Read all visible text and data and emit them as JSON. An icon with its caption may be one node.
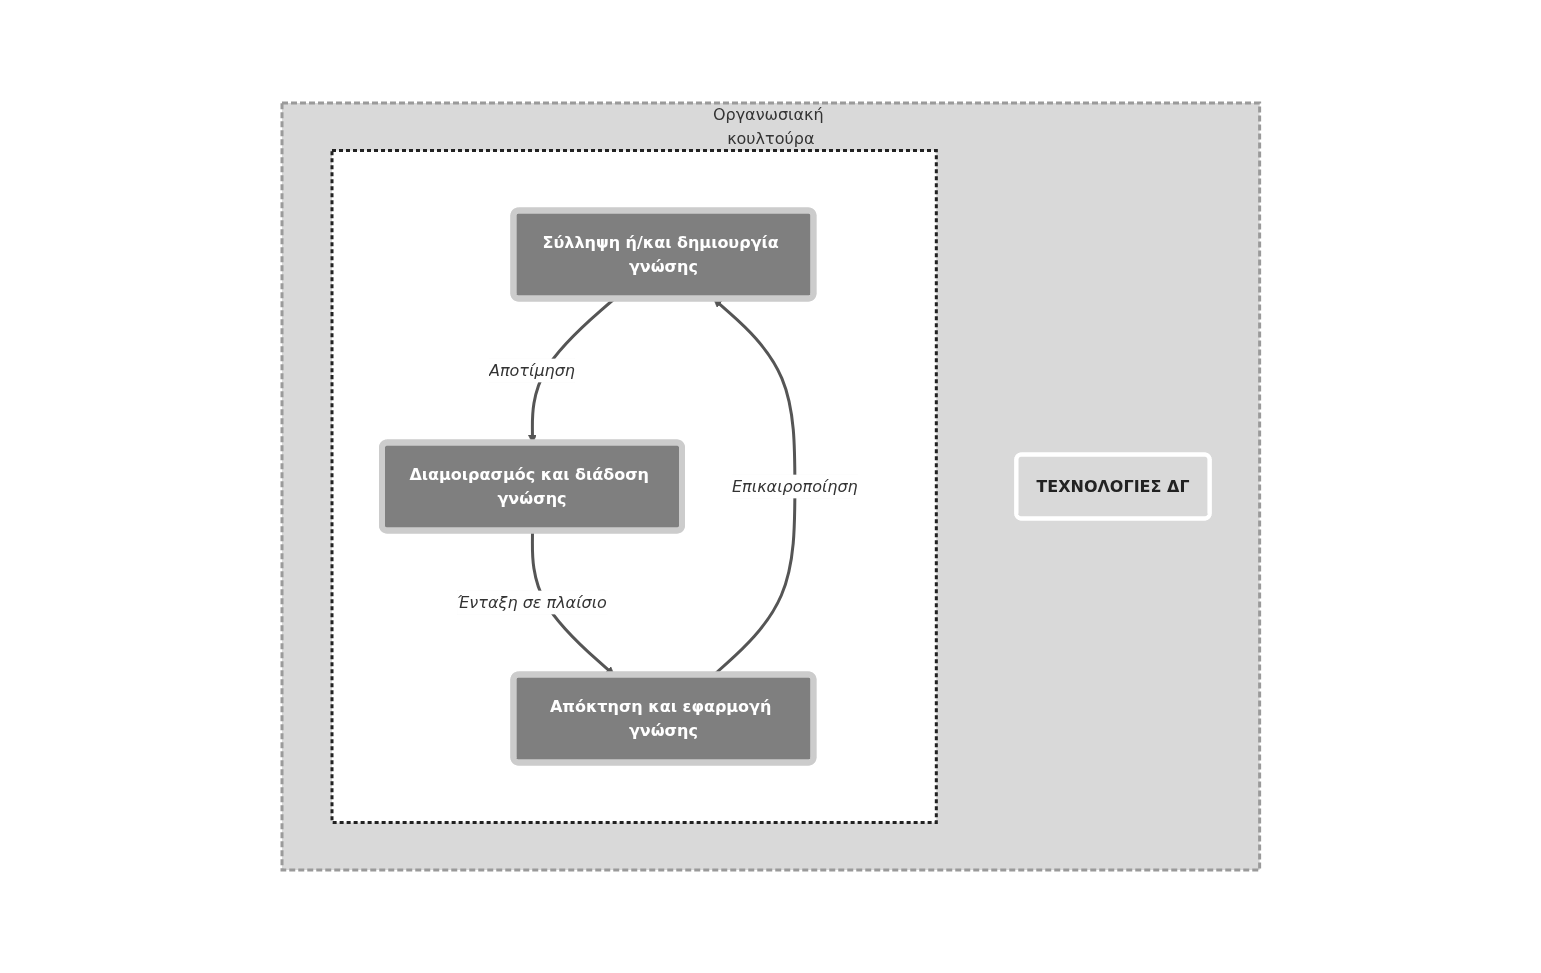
{
  "diagram": {
    "nodes": [
      {
        "text": [
          "Οργανωσιακή κουλτούρα"
        ]
      },
      {
        "text": [],
        "shape": "box",
        "in": 0
      },
      {
        "text": [
          "Σύλληψη ή/και δημιουργία γνώσης"
        ],
        "in": 1
      },
      {
        "text": [
          "Διαμοιρασμός και διάδοση γνώσης"
        ],
        "in": 1
      },
      {
        "text": [
          "Απόκτηση και εφαρμογή γνώσης"
        ],
        "in": 1
      },
      {
        "text": [
          "ΤΕΧΝΟΛΟΓΙΕΣ ΔΓ"
        ],
        "in": 0
      }
    ],
    "edges": [
      {
        "from": 2,
        "to": 3,
        "arrow": "to",
        "label": "Αποτίμηση"
      },
      {
        "from": 3,
        "to": 4,
        "arrow": "to",
        "label": "Ένταξη σε πλαίσιο"
      },
      {
        "from": 4,
        "to": 2,
        "arrow": "to",
        "label": "Επικαιροποίηση"
      }
    ]
  }
}
